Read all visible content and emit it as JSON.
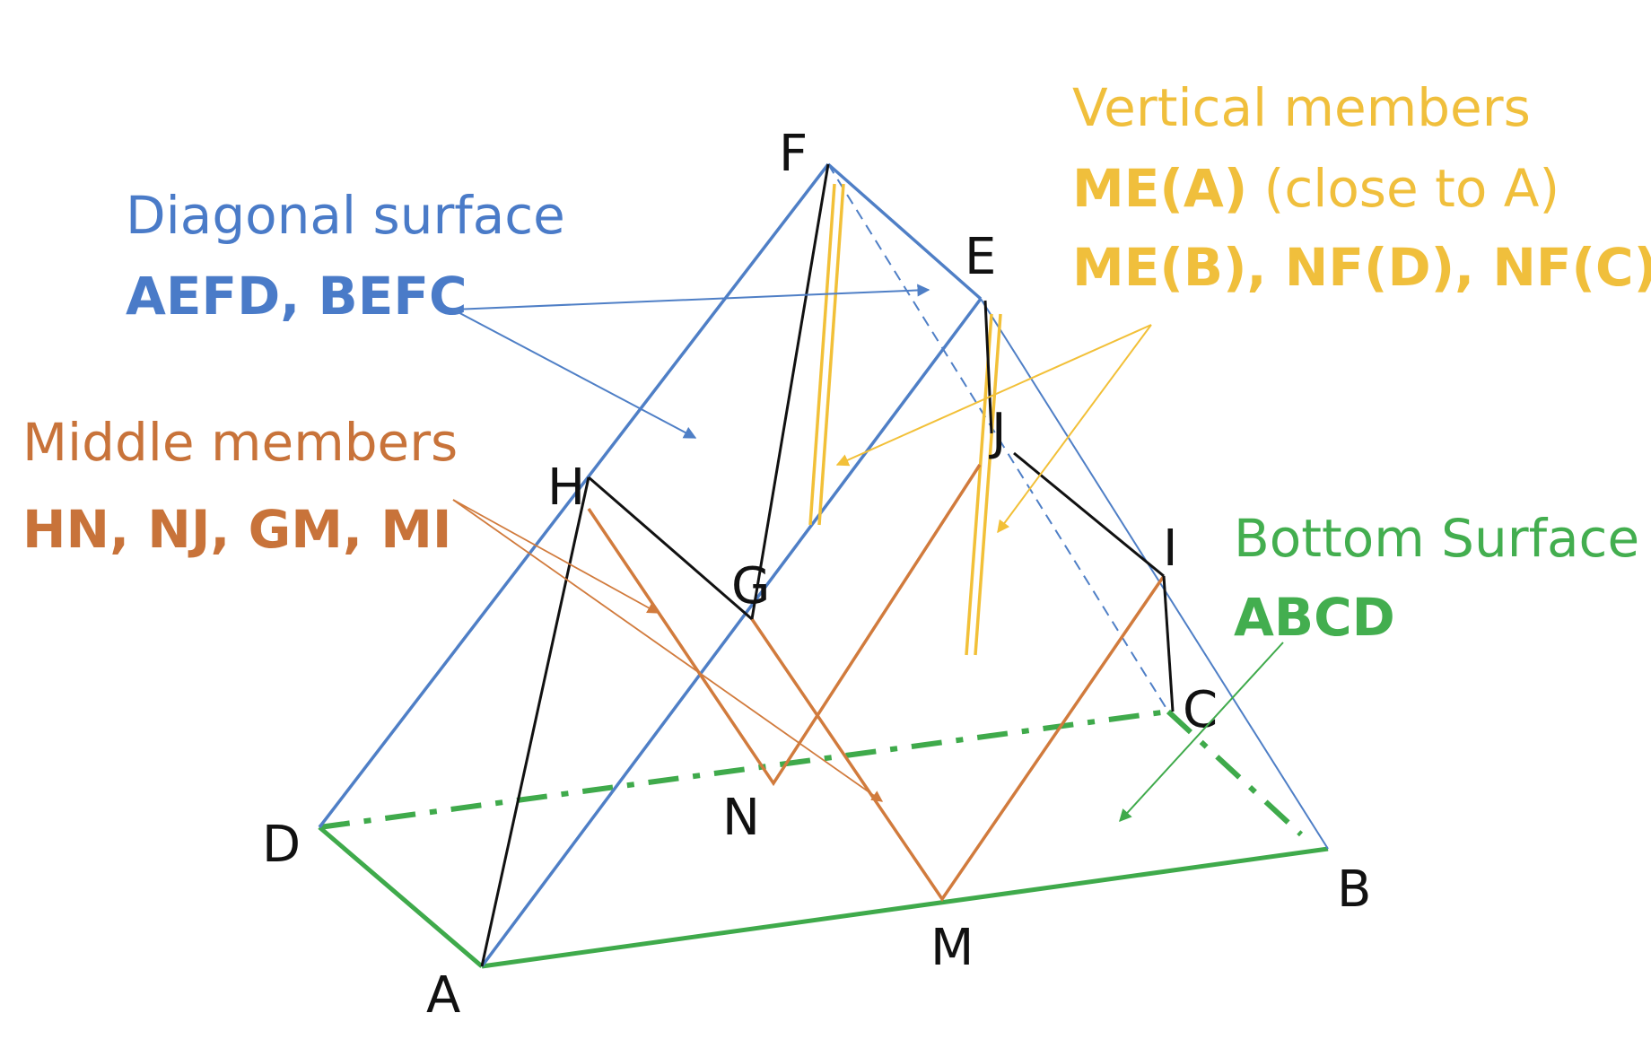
{
  "colors": {
    "blue": "#4f7fc6",
    "blue_text": "#4a7bc8",
    "orange": "#d17b3d",
    "orange_text": "#c8733a",
    "yellow": "#f2c038",
    "yellow_text": "#f0bf3c",
    "green": "#3faa4b",
    "green_text": "#43ae4f",
    "black": "#111111"
  },
  "points": {
    "A": "A",
    "B": "B",
    "C": "C",
    "D": "D",
    "E": "E",
    "F": "F",
    "G": "G",
    "H": "H",
    "I": "I",
    "J": "J",
    "M": "M",
    "N": "N"
  },
  "legend": {
    "diagonal": {
      "title": "Diagonal surface",
      "members": "AEFD, BEFC"
    },
    "middle": {
      "title": "Middle members",
      "members": "HN, NJ, GM, MI"
    },
    "vertical": {
      "title": "Vertical members",
      "line1_bold": "ME(A)",
      "line1_rest": " (close to A)",
      "line2": "ME(B), NF(D), NF(C)"
    },
    "bottom": {
      "title": "Bottom Surface",
      "members": "ABCD"
    }
  }
}
